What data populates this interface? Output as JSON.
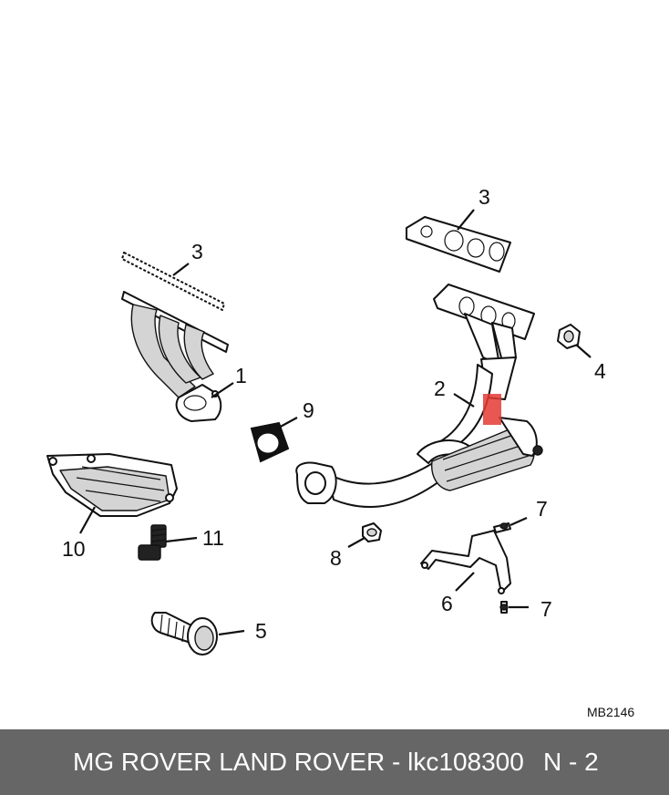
{
  "diagram": {
    "drawing_code": "MB2146",
    "callouts": [
      "1",
      "2",
      "3",
      "3",
      "4",
      "5",
      "6",
      "7",
      "7",
      "8",
      "9",
      "10",
      "11"
    ],
    "highlight_color": "#e53935"
  },
  "footer": {
    "brand_text": "MG ROVER LAND ROVER - lkc108300",
    "page_text": "N - 2",
    "background": "#666666"
  }
}
